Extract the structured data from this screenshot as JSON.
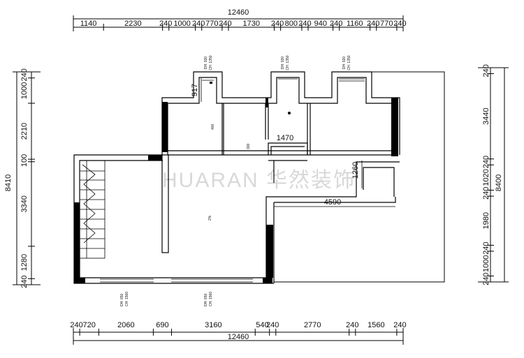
{
  "top_dims": {
    "total": "12460",
    "segments": [
      "1140",
      "2230",
      "240",
      "1000",
      "240",
      "770",
      "240",
      "1730",
      "240",
      "800",
      "240",
      "940",
      "240",
      "1160",
      "240",
      "770",
      "240"
    ]
  },
  "bottom_dims": {
    "total": "12460",
    "segments": [
      "240",
      "720",
      "2060",
      "690",
      "3160",
      "540",
      "240",
      "2770",
      "240",
      "1560",
      "240"
    ]
  },
  "left_dims": {
    "total": "8410",
    "segments": [
      "240",
      "1000",
      "2210",
      "100",
      "3340",
      "1280",
      "240"
    ]
  },
  "right_dims": {
    "total": "8400",
    "segments": [
      "240",
      "1000",
      "240",
      "1980",
      "240",
      "1020",
      "240",
      "3440",
      "240"
    ]
  },
  "inner_dims": [
    "917",
    "1470",
    "1260",
    "4590"
  ],
  "window_notes": [
    {
      "dh": "DH: 920",
      "ch": "CH: 1350"
    },
    {
      "dh": "DH: 920",
      "ch": "CH: 1350"
    },
    {
      "dh": "DH: 920",
      "ch": "CH: 1350"
    },
    {
      "dh": "DH: 650",
      "ch": "CH: 1560"
    },
    {
      "dh": "DH: 650",
      "ch": "CH: 1560"
    }
  ],
  "watermark": "HUARAN 华然装饰"
}
